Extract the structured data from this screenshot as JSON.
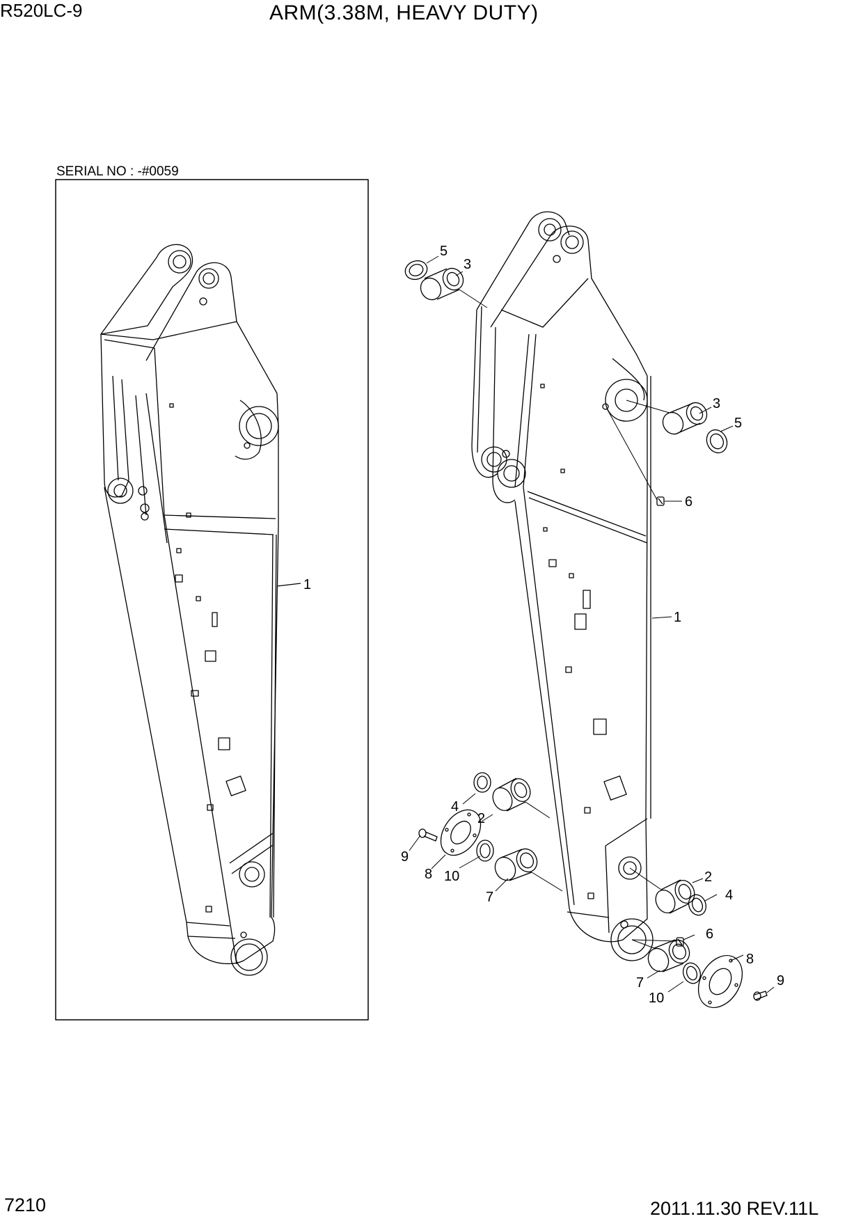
{
  "header": {
    "model": "R520LC-9",
    "title": "ARM(3.38M, HEAVY DUTY)"
  },
  "inset": {
    "serial_label": "SERIAL NO : -#0059",
    "callouts": [
      "1"
    ]
  },
  "main": {
    "callouts": [
      "5",
      "3",
      "3",
      "5",
      "6",
      "1",
      "4",
      "2",
      "9",
      "8",
      "10",
      "7",
      "2",
      "4",
      "6",
      "8",
      "9",
      "7",
      "10"
    ]
  },
  "footer": {
    "page_number": "7210",
    "revision": "2011.11.30  REV.11L"
  }
}
